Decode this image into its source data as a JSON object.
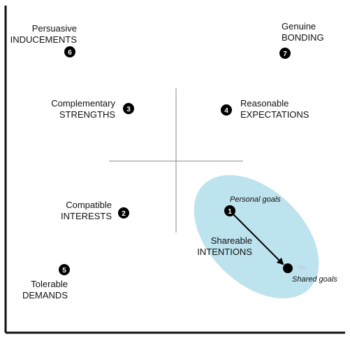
{
  "items": [
    {
      "line1": "Persuasive",
      "line2": "INDUCEMENTS",
      "number": "6"
    },
    {
      "line1": "Genuine",
      "line2": "BONDING",
      "number": "7"
    },
    {
      "line1": "Complementary",
      "line2": "STRENGTHS",
      "number": "3"
    },
    {
      "line1": "Reasonable",
      "line2": "EXPECTATIONS",
      "number": "4"
    },
    {
      "line1": "Compatible",
      "line2": "INTERESTS",
      "number": "2"
    },
    {
      "line1": "Tolerable",
      "line2": "DEMANDS",
      "number": "5"
    },
    {
      "line1": "Shareable",
      "line2": "INTENTIONS",
      "number": "1"
    }
  ],
  "goals": {
    "personal": "Personal goals",
    "shared": "Shared goals",
    "faint_label": "Dec..."
  },
  "colors": {
    "ellipse_fill": "#bde3ee",
    "axis": "#111111",
    "crosshair": "#888888",
    "marker": "#000000"
  }
}
